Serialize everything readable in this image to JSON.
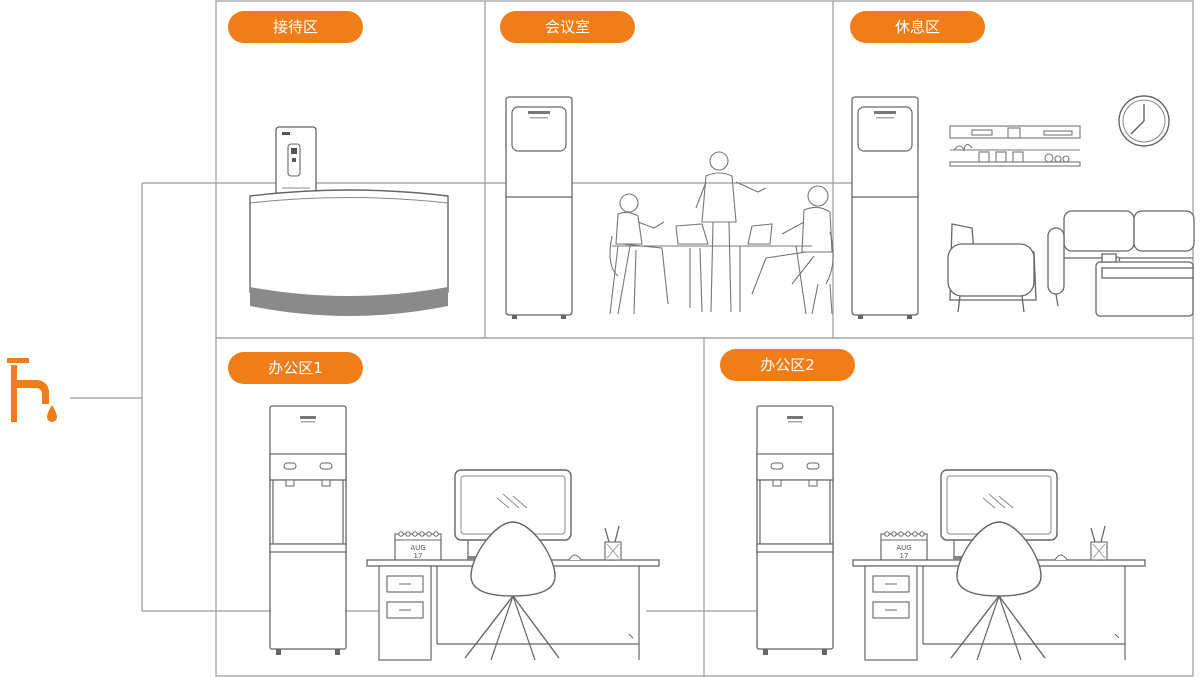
{
  "zones": {
    "reception": {
      "label": "接待区"
    },
    "meeting": {
      "label": "会议室"
    },
    "lounge": {
      "label": "休息区"
    },
    "office1": {
      "label": "办公区1"
    },
    "office2": {
      "label": "办公区2"
    }
  },
  "calendar": {
    "month": "AUG",
    "day": "17"
  },
  "colors": {
    "accent": "#f07d17",
    "line": "#9a9a9a",
    "stroke": "#666666",
    "counter_base": "#8a8a8a"
  },
  "icons": {
    "source": "faucet-drop-icon"
  }
}
